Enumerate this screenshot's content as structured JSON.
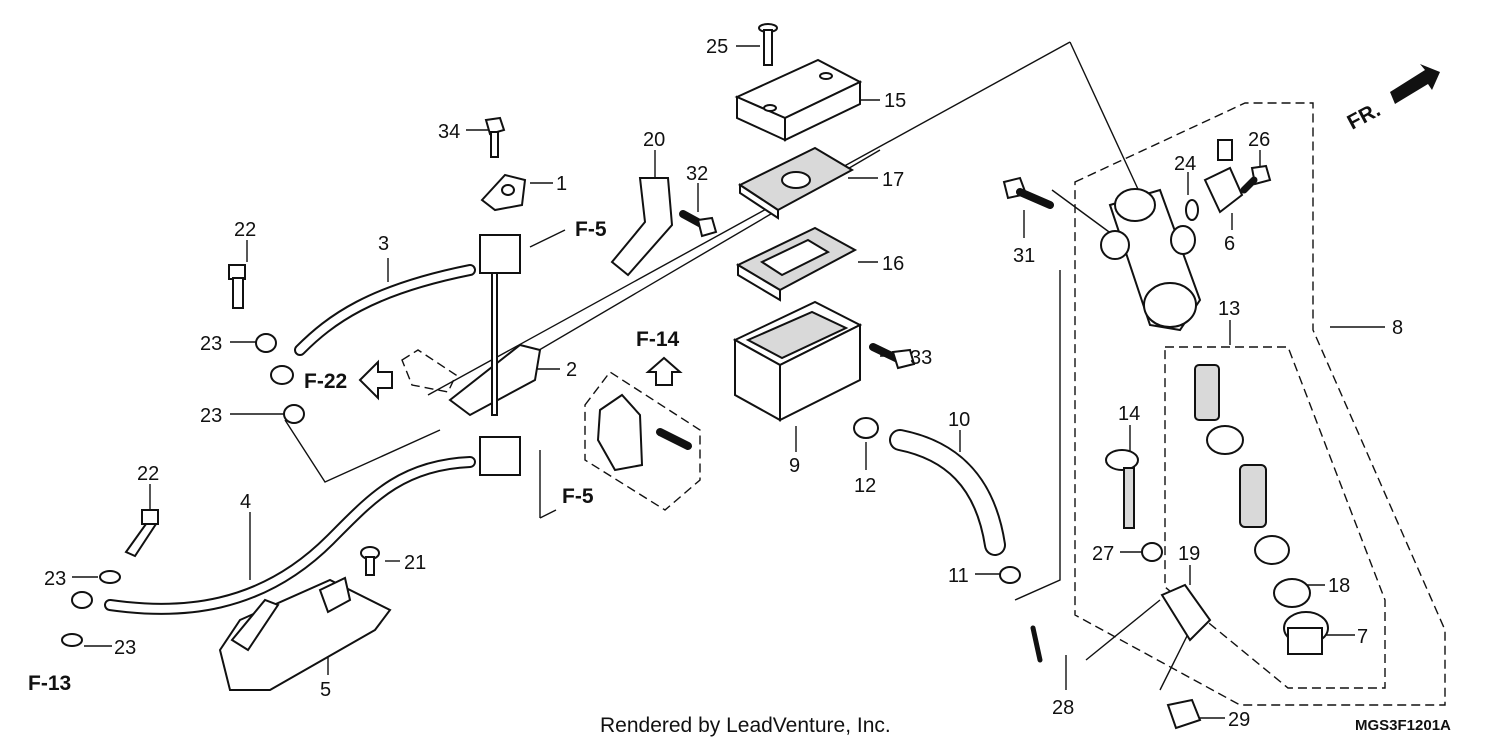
{
  "diagram": {
    "callouts": [
      "1",
      "2",
      "3",
      "4",
      "5",
      "6",
      "7",
      "8",
      "9",
      "10",
      "11",
      "12",
      "13",
      "14",
      "15",
      "16",
      "17",
      "18",
      "19",
      "20",
      "21",
      "22",
      "22",
      "23",
      "23",
      "23",
      "23",
      "24",
      "25",
      "26",
      "27",
      "28",
      "29",
      "31",
      "32",
      "33",
      "34"
    ],
    "references": [
      "F-5",
      "F-5",
      "F-13",
      "F-14",
      "F-22"
    ],
    "direction_label": "FR.",
    "footer_text": "Rendered by LeadVenture, Inc.",
    "diagram_code": "MGS3F1201A"
  }
}
